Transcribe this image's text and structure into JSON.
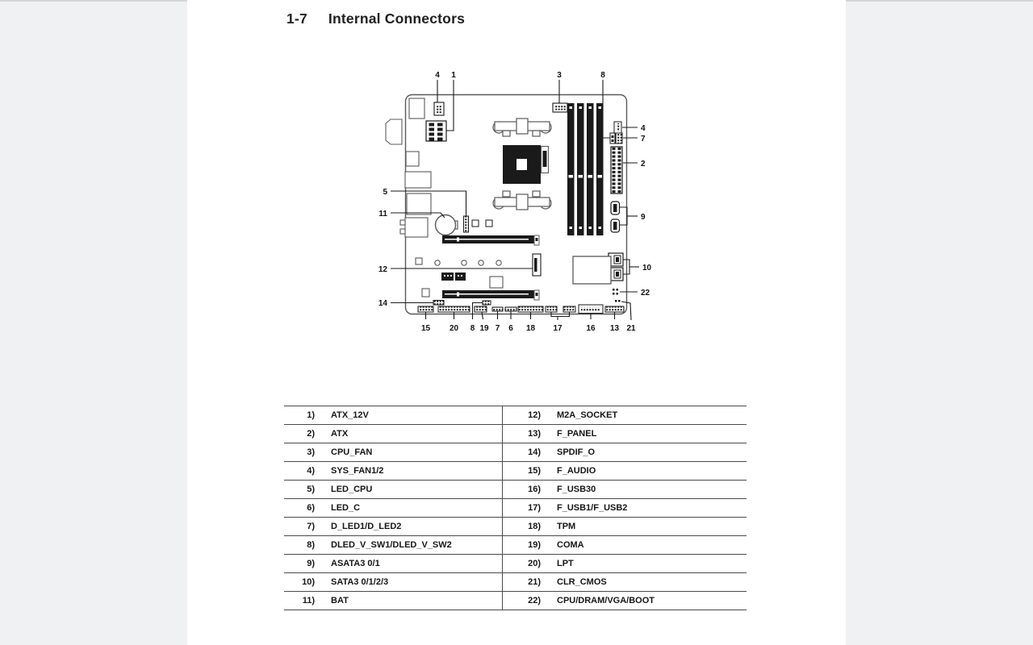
{
  "page": {
    "header": {
      "section": "1-7",
      "title": "Internal Connectors"
    }
  },
  "diagram": {
    "name": "motherboard-internal-connectors-diagram",
    "labels": {
      "top": [
        "4",
        "1",
        "3",
        "8"
      ],
      "right": [
        "4",
        "7",
        "2",
        "9",
        "10",
        "22"
      ],
      "left": [
        "5",
        "11",
        "12",
        "14"
      ],
      "bottom": [
        "15",
        "20",
        "8",
        "19",
        "7",
        "6",
        "18",
        "17",
        "16",
        "13",
        "21"
      ]
    }
  },
  "table": {
    "rows": [
      {
        "ln": "1)",
        "lv": "ATX_12V",
        "rn": "12)",
        "rv": "M2A_SOCKET"
      },
      {
        "ln": "2)",
        "lv": "ATX",
        "rn": "13)",
        "rv": "F_PANEL"
      },
      {
        "ln": "3)",
        "lv": "CPU_FAN",
        "rn": "14)",
        "rv": "SPDIF_O"
      },
      {
        "ln": "4)",
        "lv": "SYS_FAN1/2",
        "rn": "15)",
        "rv": "F_AUDIO"
      },
      {
        "ln": "5)",
        "lv": "LED_CPU",
        "rn": "16)",
        "rv": "F_USB30"
      },
      {
        "ln": "6)",
        "lv": "LED_C",
        "rn": "17)",
        "rv": "F_USB1/F_USB2"
      },
      {
        "ln": "7)",
        "lv": "D_LED1/D_LED2",
        "rn": "18)",
        "rv": "TPM"
      },
      {
        "ln": "8)",
        "lv": "DLED_V_SW1/DLED_V_SW2",
        "rn": "19)",
        "rv": "COMA"
      },
      {
        "ln": "9)",
        "lv": "ASATA3 0/1",
        "rn": "20)",
        "rv": "LPT"
      },
      {
        "ln": "10)",
        "lv": "SATA3 0/1/2/3",
        "rn": "21)",
        "rv": "CLR_CMOS"
      },
      {
        "ln": "11)",
        "lv": "BAT",
        "rn": "22)",
        "rv": "CPU/DRAM/VGA/BOOT"
      }
    ]
  }
}
